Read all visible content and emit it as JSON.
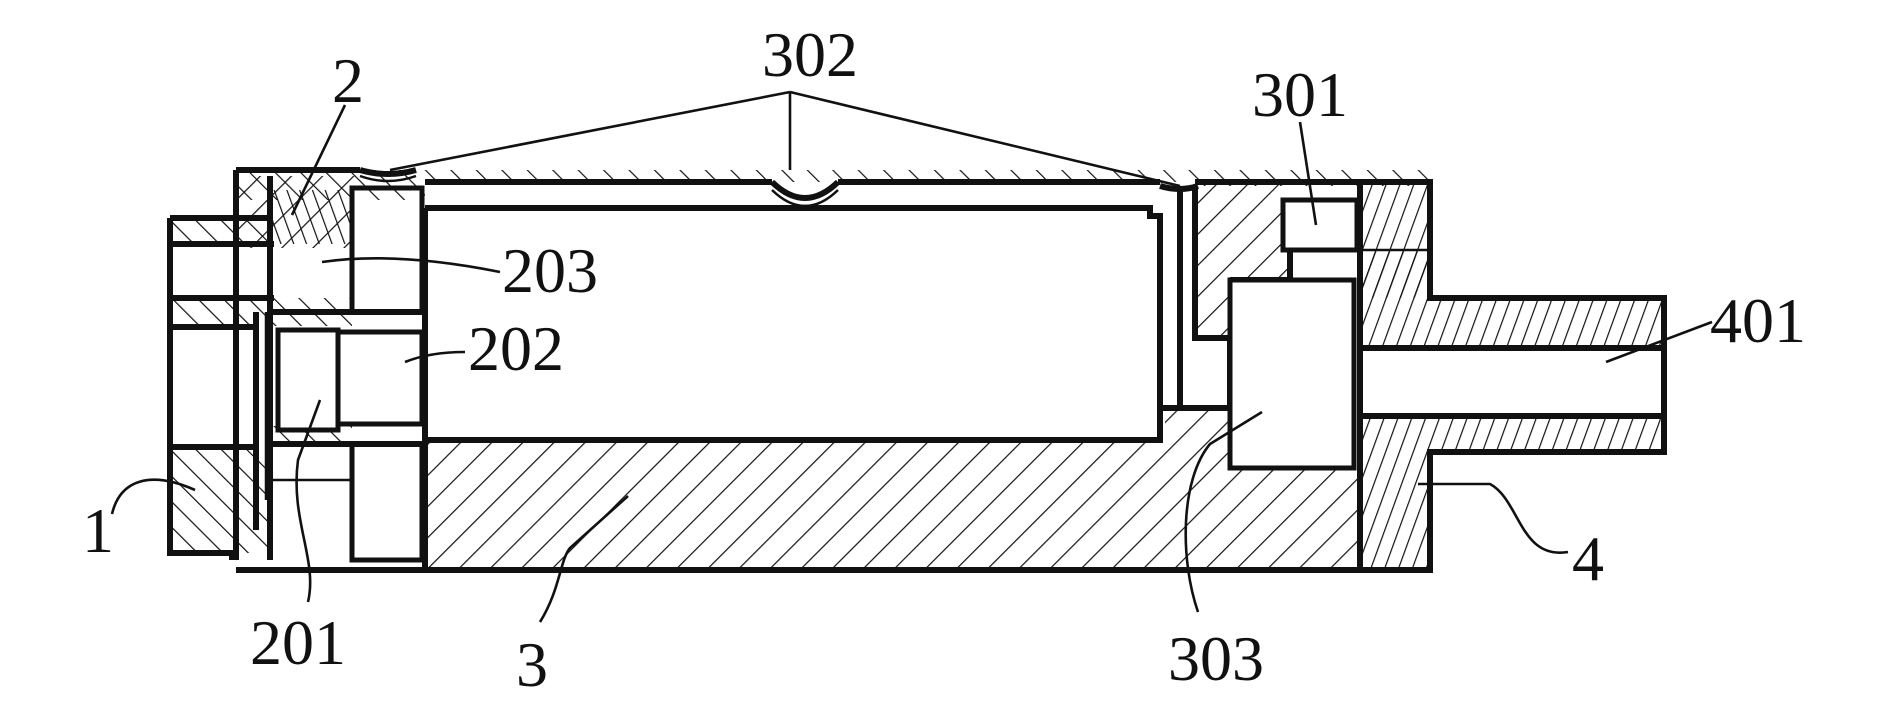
{
  "figure": {
    "labels": {
      "part_1": "1",
      "part_2": "2",
      "part_201": "201",
      "part_202": "202",
      "part_203": "203",
      "part_3": "3",
      "part_301": "301",
      "part_302": "302",
      "part_303": "303",
      "part_4": "4",
      "part_401": "401"
    },
    "colors": {
      "ink": "#111111",
      "background": "#ffffff"
    }
  }
}
